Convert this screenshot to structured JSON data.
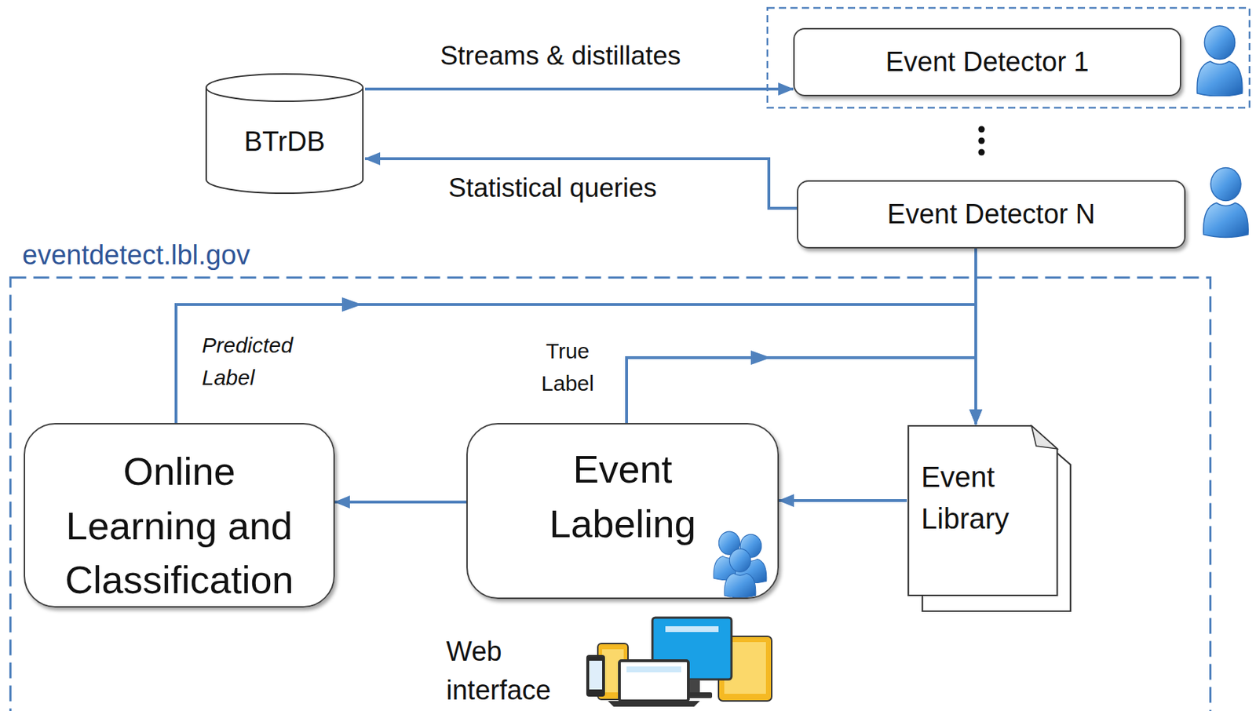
{
  "diagram": {
    "nodes": [
      {
        "text": [
          "BTrDB"
        ]
      },
      {
        "text": [
          "Event Detector 1"
        ]
      },
      {
        "text": [
          "Event Detector N"
        ]
      },
      {
        "text": [
          "eventdetect.lbl.gov"
        ]
      },
      {
        "text": [
          "Online Learning and Classification"
        ],
        "in": 3
      },
      {
        "text": [
          "Event Labeling"
        ],
        "in": 3
      },
      {
        "text": [
          "Event Library"
        ],
        "in": 3
      }
    ],
    "edges": [
      {
        "from": 0,
        "to": 1,
        "label": "Streams & distillates",
        "arrow": "to"
      },
      {
        "from": 2,
        "to": 0,
        "label": "Statistical queries",
        "arrow": "to"
      },
      {
        "from": 2,
        "to": 6,
        "arrow": "to"
      },
      {
        "from": 4,
        "to": 6,
        "label": "Predicted Label",
        "arrow": "to"
      },
      {
        "from": 5,
        "to": 6,
        "label": "True Label",
        "arrow": "to"
      },
      {
        "from": 6,
        "to": 5,
        "arrow": "to"
      },
      {
        "from": 5,
        "to": 4,
        "arrow": "to"
      }
    ],
    "labels": [
      "Web interface"
    ]
  }
}
